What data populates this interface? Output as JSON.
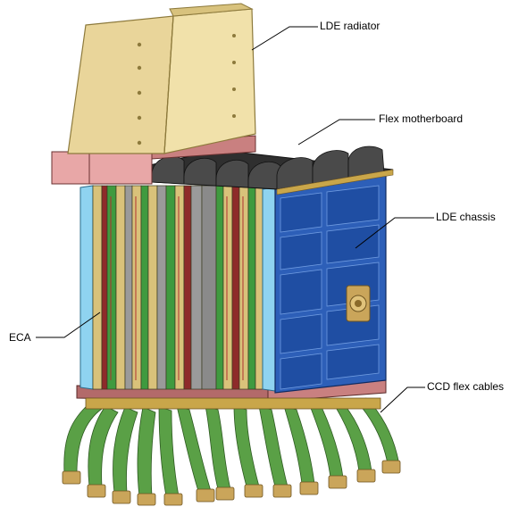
{
  "labels": {
    "lde_radiator": "LDE radiator",
    "flex_motherboard": "Flex motherboard",
    "lde_chassis": "LDE chassis",
    "eca": "ECA",
    "ccd_flex_cables": "CCD flex cables"
  },
  "colors": {
    "radiator": "#e9d59a",
    "radiator_edge": "#8d7a3c",
    "motherboard": "#e8a7a7",
    "chassis_blue": "#2d5fb8",
    "chassis_panel": "#1f4ea3",
    "frame_cyan": "#8fd3f0",
    "board_gold": "#d9c27a",
    "board_green": "#3f9a3f",
    "board_gray": "#9a9a9a",
    "rail_red": "#8e2a2a",
    "base_plate": "#b36a6a",
    "flex_green": "#5aa046",
    "connector": "#caa55a"
  }
}
